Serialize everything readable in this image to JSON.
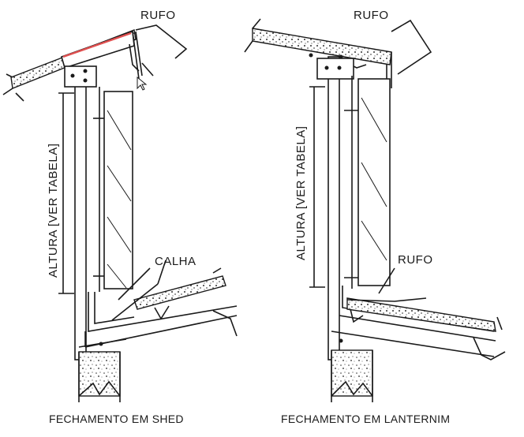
{
  "labels": {
    "left_rufo": "RUFO",
    "left_calha": "CALHA",
    "left_altura": "ALTURA [VER TABELA]",
    "right_rufo_top": "RUFO",
    "right_rufo_mid": "RUFO",
    "right_altura": "ALTURA [VER TABELA]"
  },
  "captions": {
    "left": "FECHAMENTO EM SHED",
    "right": "FECHAMENTO EM LANTERNIM"
  },
  "colors": {
    "line": "#1a1a1a",
    "highlight_flashing": "#e05050"
  }
}
